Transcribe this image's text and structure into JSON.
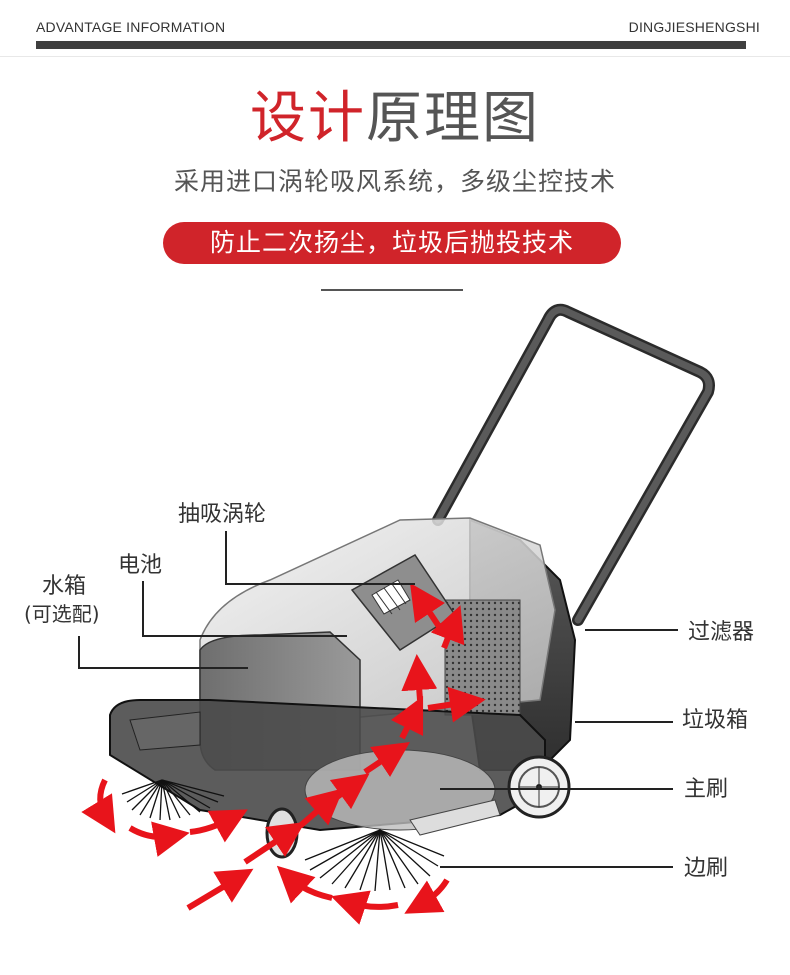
{
  "header": {
    "left_text": "ADVANTAGE INFORMATION",
    "right_text": "DINGJIESHENGSHI"
  },
  "title": {
    "red_part": "设计",
    "gray_part": "原理图"
  },
  "subtitle": "采用进口涡轮吸风系统，多级尘控技术",
  "highlight_pill": "防止二次扬尘，垃圾后抛投技术",
  "diagram": {
    "subject": "walk-behind floor sweeper cutaway",
    "labels": {
      "turbine": "抽吸涡轮",
      "battery": "电池",
      "water_tank": "水箱",
      "water_tank_note": "(可选配)",
      "filter": "过滤器",
      "dust_bin": "垃圾箱",
      "main_brush": "主刷",
      "side_brush": "边刷"
    }
  },
  "colors": {
    "accent_red": "#d0242a",
    "text_gray": "#555555",
    "rule_dark": "#3f3f3f",
    "arrow_red": "#e8141b"
  }
}
